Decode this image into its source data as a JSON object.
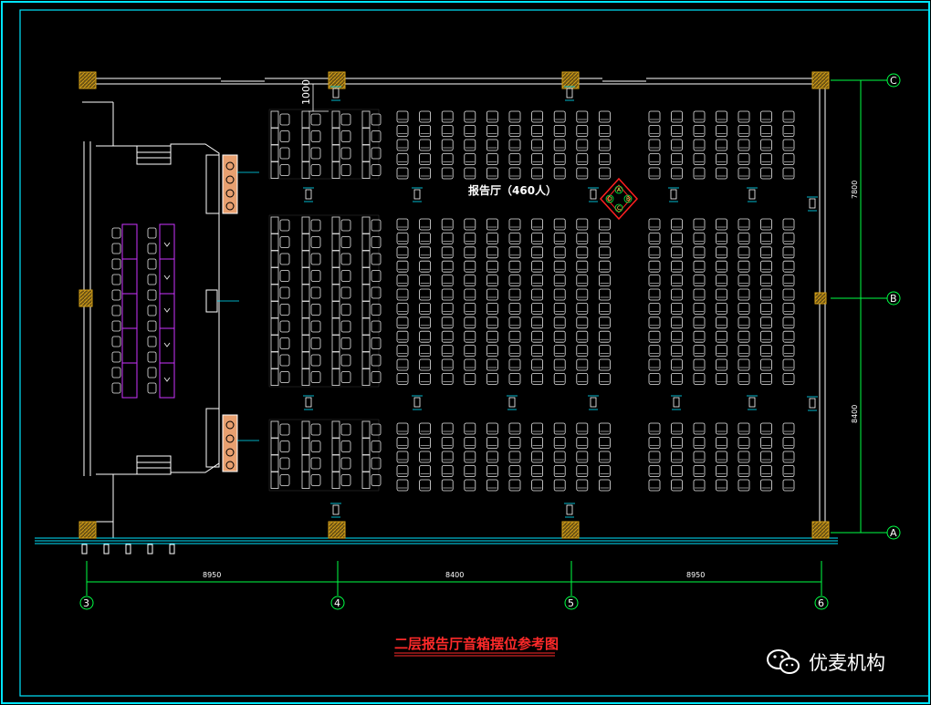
{
  "drawing": {
    "title": "二层报告厅音箱摆位参考图",
    "hall_label": "报告厅（460人）",
    "dimension_1000": "1000",
    "vertical_dims": [
      "7800",
      "8400"
    ],
    "horizontal_dims": [
      "8950",
      "8400",
      "8950"
    ],
    "grid_rows": [
      "C",
      "B",
      "A"
    ],
    "grid_cols": [
      "3",
      "4",
      "5",
      "6"
    ],
    "diamond_labels": [
      "A",
      "B",
      "C",
      "D"
    ]
  },
  "watermark": {
    "text": "优麦机构"
  },
  "colors": {
    "frame": "#00e5ff",
    "grid_line": "#00ff44",
    "seat": "#e8e8e8",
    "podium_seat": "#cc33ff",
    "speaker_fill": "#e8a070",
    "column_fill": "#b8860b",
    "title": "#ff2a2a",
    "diamond": "#ff2020"
  }
}
